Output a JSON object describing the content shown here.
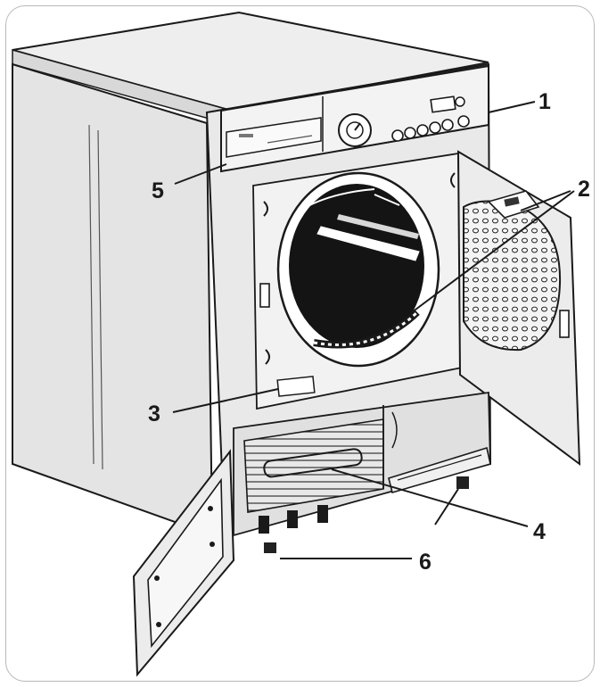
{
  "callouts": [
    {
      "id": "1",
      "label": "1"
    },
    {
      "id": "2",
      "label": "2"
    },
    {
      "id": "3",
      "label": "3"
    },
    {
      "id": "4",
      "label": "4"
    },
    {
      "id": "5",
      "label": "5"
    },
    {
      "id": "6",
      "label": "6"
    }
  ],
  "colors": {
    "line": "#1a1a1a",
    "body": "#e6e6e6",
    "top": "#eeeeee",
    "side": "#dcdcdc",
    "dark": "#111111",
    "frame": "#b9b9b9"
  }
}
